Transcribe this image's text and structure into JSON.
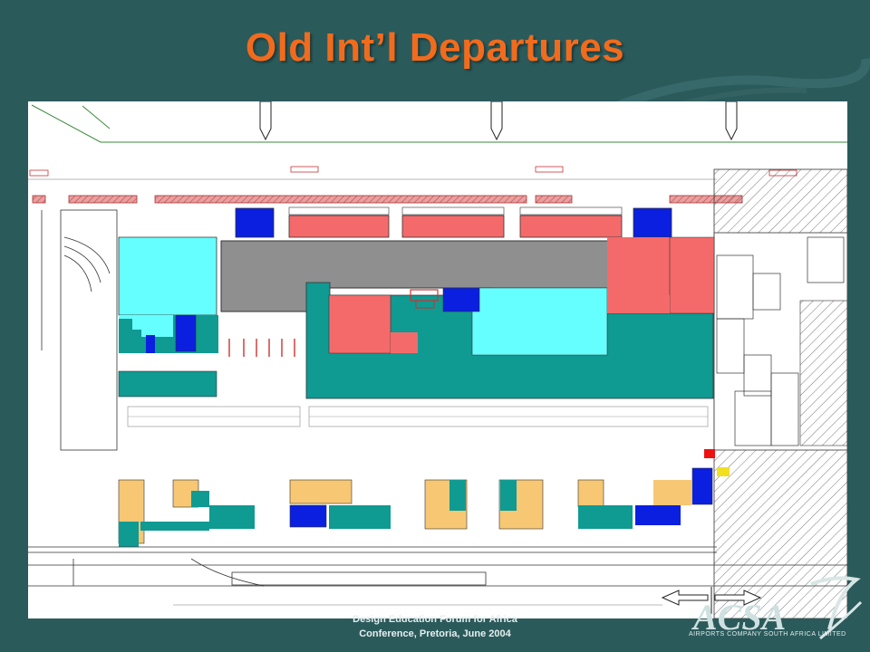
{
  "slide": {
    "title": "Old Int’l Departures",
    "footer_line1": "Design Education Forum for Africa",
    "footer_line2": "Conference, Pretoria, June 2004"
  },
  "logo": {
    "name": "ACSA",
    "tagline": "AIRPORTS COMPANY SOUTH AFRICA LIMITED"
  },
  "colors": {
    "background": "#2b5a5b",
    "title": "#f26b1d",
    "cyan": "#66ffff",
    "teal": "#0f9a92",
    "blue": "#0a1fe0",
    "salmon": "#f46a6a",
    "gray": "#8f8f8f",
    "tan": "#f7c774"
  }
}
